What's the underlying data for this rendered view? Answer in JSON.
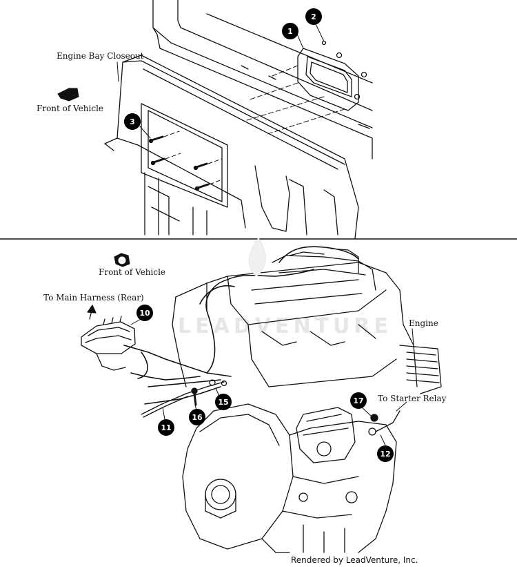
{
  "top_view": {
    "labels": {
      "closeout": "Engine Bay Closeout",
      "front": "Front of Vehicle"
    },
    "callouts": [
      "1",
      "2",
      "3"
    ]
  },
  "bottom_view": {
    "labels": {
      "front": "Front of Vehicle",
      "main_harness": "To Main Harness (Rear)",
      "engine": "Engine",
      "starter_relay": "To Starter Relay"
    },
    "callouts": [
      "10",
      "11",
      "12",
      "15",
      "16",
      "17"
    ]
  },
  "watermark": "LEADVENTURE",
  "footer": "Rendered by LeadVenture, Inc.",
  "colors": {
    "line": "#111111",
    "badge": "#000000",
    "watermark": "#e6e6e6"
  }
}
